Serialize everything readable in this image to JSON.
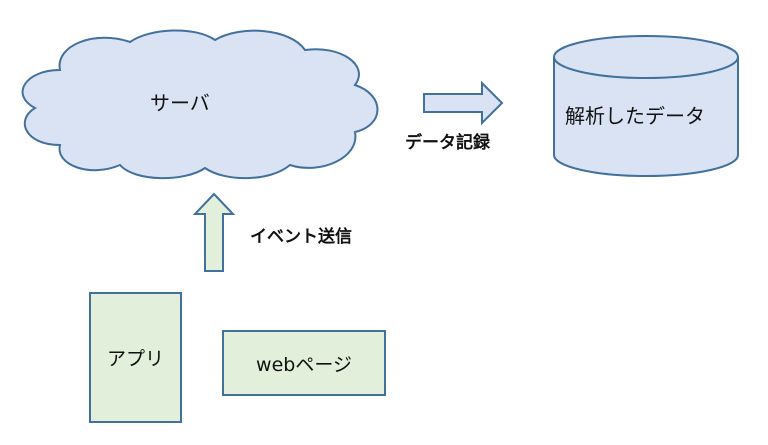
{
  "nodes": {
    "server": "サーバ",
    "database": "解析したデータ",
    "app": "アプリ",
    "webpage": "webページ"
  },
  "edges": {
    "data_record": "データ記録",
    "event_send": "イベント送信"
  },
  "colors": {
    "cloud_fill": "#dae3f3",
    "cylinder_fill": "#dae3f3",
    "arrow_fill": "#dae3f3",
    "box_fill": "#e2efda",
    "stroke": "#41719c"
  }
}
